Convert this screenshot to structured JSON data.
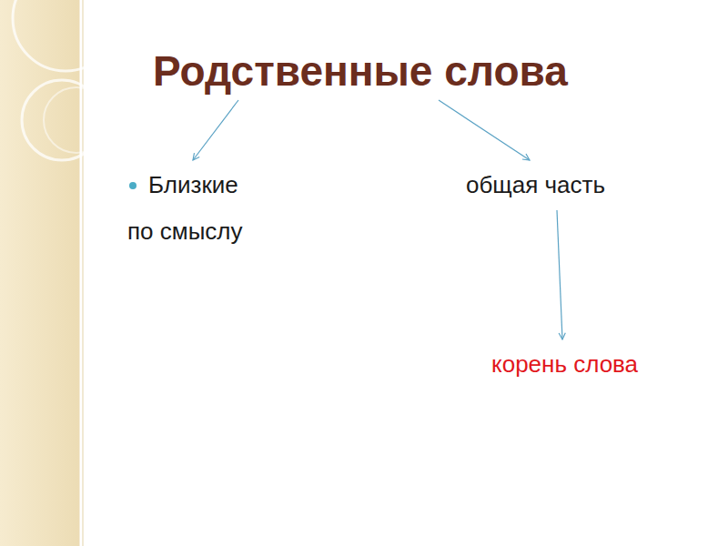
{
  "diagram": {
    "nodes": [
      {
        "text": [
          "Родственные слова"
        ]
      },
      {
        "text": [
          "Близкие по смыслу"
        ]
      },
      {
        "text": [
          "общая часть"
        ]
      },
      {
        "text": [
          "корень слова"
        ]
      }
    ],
    "edges": [
      {
        "from": 0,
        "to": 1,
        "arrow": "to"
      },
      {
        "from": 0,
        "to": 2,
        "arrow": "to"
      },
      {
        "from": 2,
        "to": 3,
        "arrow": "to"
      }
    ]
  }
}
